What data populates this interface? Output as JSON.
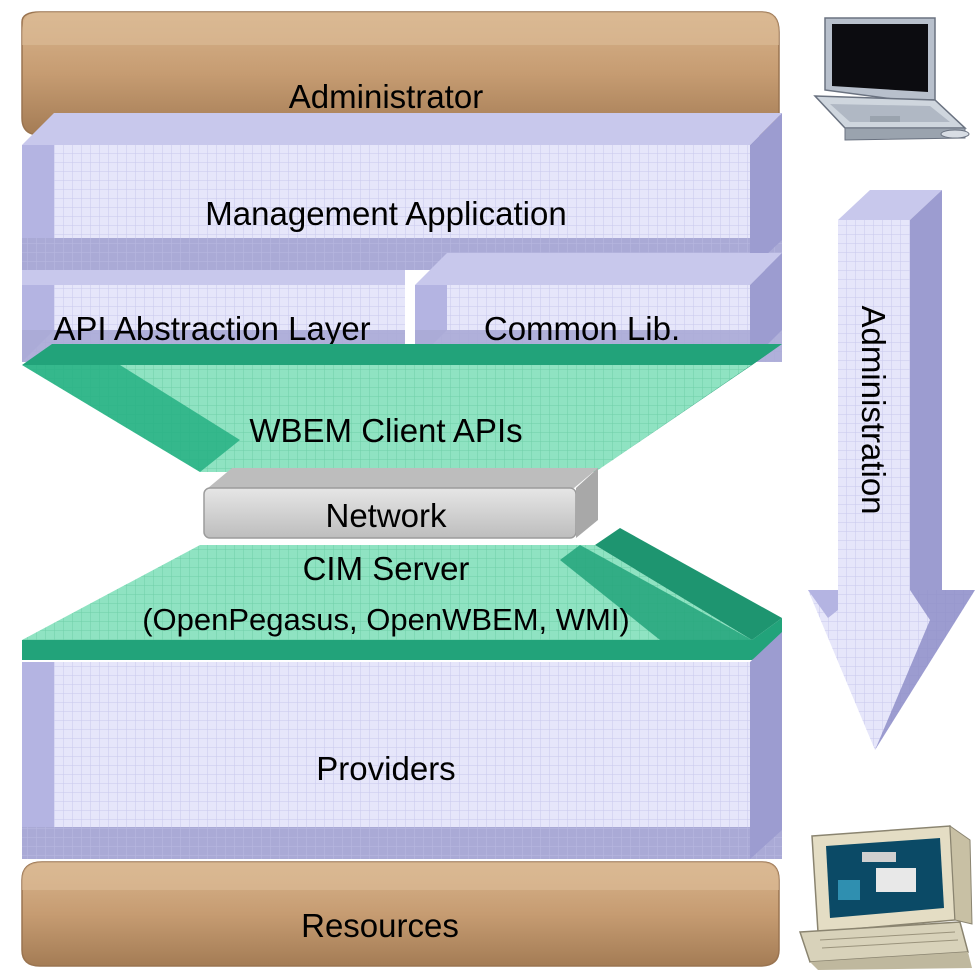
{
  "layers": {
    "administrator": "Administrator",
    "management_application": "Management Application",
    "api_abstraction_layer": "API Abstraction Layer",
    "common_lib": "Common Lib.",
    "wbem_client_apis": "WBEM Client APIs",
    "network": "Network",
    "cim_server_line1": "CIM Server",
    "cim_server_line2": "(OpenPegasus, OpenWBEM, WMI)",
    "providers": "Providers",
    "resources": "Resources"
  },
  "arrow": {
    "label": "Administration"
  },
  "icons": {
    "top": "laptop-icon",
    "bottom": "desktop-computer-icon"
  },
  "colors": {
    "tan_face": "#c69c72",
    "tan_dark": "#a47c55",
    "lavender_face": "#e6e6fa",
    "lavender_dark": "#aaaad6",
    "lavender_side": "#9c9cd0",
    "green_face": "#8fe3c2",
    "green_dark": "#22a37a",
    "gray_face": "#d6d6d6",
    "gray_dark": "#9c9c9c"
  }
}
